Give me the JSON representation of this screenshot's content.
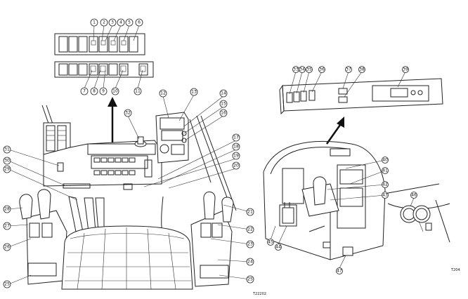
{
  "figure_codes": {
    "left": "T22202",
    "right": "T204"
  },
  "left_callouts": [
    "1",
    "2",
    "3",
    "4",
    "5",
    "6",
    "7",
    "8",
    "9",
    "10",
    "11",
    "12",
    "13",
    "14",
    "15",
    "16",
    "17",
    "18",
    "19",
    "20",
    "21",
    "22",
    "23",
    "24",
    "25",
    "26",
    "27",
    "28",
    "29",
    "30",
    "31",
    "32",
    "25"
  ],
  "right_callouts": [
    "33",
    "34",
    "35",
    "36",
    "37",
    "38",
    "39",
    "40",
    "41",
    "42",
    "43",
    "44",
    "45",
    "46",
    "47"
  ]
}
